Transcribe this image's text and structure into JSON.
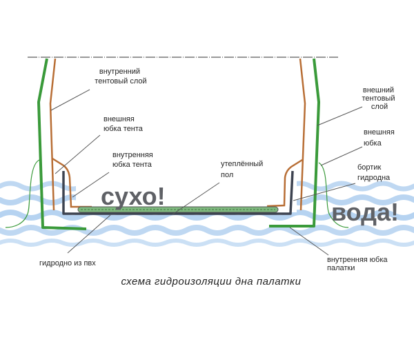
{
  "labels": {
    "inner_tent_layer": [
      "внутренний",
      "тентовый слой"
    ],
    "outer_tent_skirt": [
      "внешняя",
      "юбка тента"
    ],
    "inner_tent_skirt": [
      "внутренняя",
      "юбка тента"
    ],
    "insulated_floor": [
      "утеплённый",
      "пол"
    ],
    "outer_tent_layer": [
      "внешний",
      "тентовый",
      "слой"
    ],
    "outer_skirt": [
      "внешняя",
      "юбка"
    ],
    "bathtub_rim": [
      "бортик",
      "гидродна"
    ],
    "pvc_bathtub_floor": "гидродно из пвх",
    "inner_tent_skirt_bottom": [
      "внутренняя юбка",
      "палатки"
    ]
  },
  "dry_text": "сухо!",
  "water_text": "вода!",
  "caption": "схема гидроизоляции дна палатки",
  "colors": {
    "outer_layer": "#3a9a3a",
    "inner_layer": "#b86e35",
    "bathtub": "#3d4350",
    "floor": "#7fb87f",
    "water": "#9cc3ea"
  }
}
